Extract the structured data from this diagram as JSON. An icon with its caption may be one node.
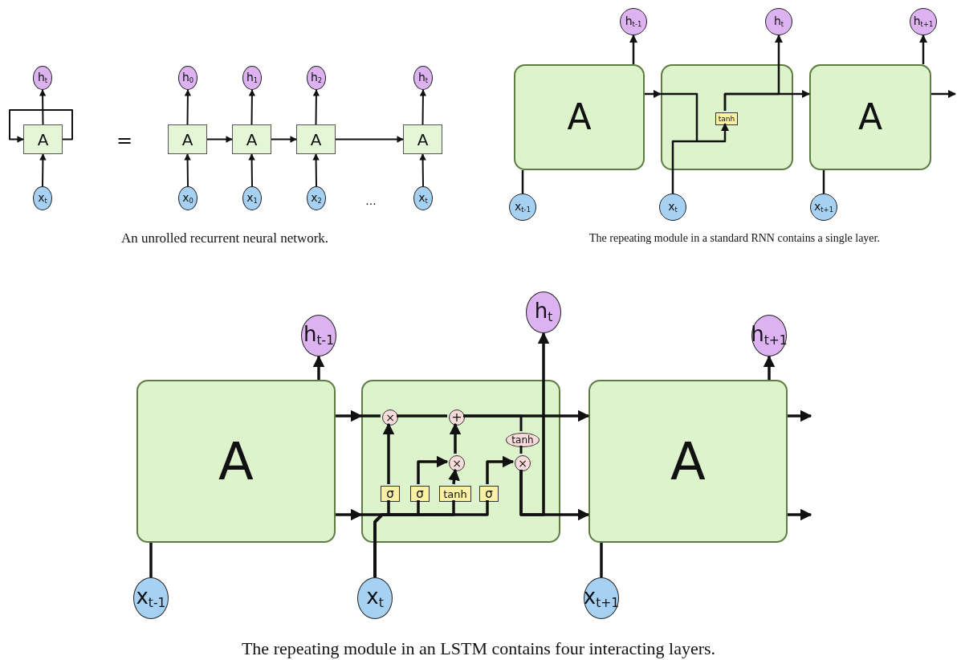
{
  "diagram": {
    "nodes": [
      {
        "text": [
          "h$_{t}$"
        ]
      },
      {
        "text": [
          "A"
        ]
      },
      {
        "text": [
          "x$_{t}$"
        ]
      },
      {
        "text": [
          "h$_{0}$"
        ]
      },
      {
        "text": [
          "A"
        ]
      },
      {
        "text": [
          "x$_{0}$"
        ]
      },
      {
        "text": [
          "h$_{1}$"
        ]
      },
      {
        "text": [
          "A"
        ]
      },
      {
        "text": [
          "x$_{1}$"
        ]
      },
      {
        "text": [
          "h$_{2}$"
        ]
      },
      {
        "text": [
          "A"
        ]
      },
      {
        "text": [
          "x$_{2}$"
        ]
      },
      {
        "text": [
          "h$_{t}$"
        ]
      },
      {
        "text": [
          "A"
        ]
      },
      {
        "text": [
          "x$_{t}$"
        ]
      },
      {
        "text": [
          "h$_{t-1}$"
        ]
      },
      {
        "text": [
          "A"
        ]
      },
      {
        "text": [
          "x$_{t-1}$"
        ]
      },
      {
        "text": [
          "h$_{t}$"
        ]
      },
      {
        "text": [],
        "shape": "box"
      },
      {
        "text": [
          "tanh"
        ],
        "in": 19
      },
      {
        "text": [
          "x$_{t}$"
        ]
      },
      {
        "text": [
          "h$_{t+1}$"
        ]
      },
      {
        "text": [
          "A"
        ]
      },
      {
        "text": [
          "x$_{t+1}$"
        ]
      },
      {
        "text": [
          "h$_{t-1}$"
        ]
      },
      {
        "text": [
          "A"
        ]
      },
      {
        "text": [
          "x$_{t-1}$"
        ]
      },
      {
        "text": [
          "h$_{t}$"
        ]
      },
      {
        "text": [],
        "shape": "box"
      },
      {
        "text": [
          "×"
        ],
        "in": 29
      },
      {
        "text": [
          "+"
        ],
        "in": 29
      },
      {
        "text": [
          "tanh"
        ],
        "in": 29
      },
      {
        "text": [
          "×"
        ],
        "in": 29
      },
      {
        "text": [
          "×"
        ],
        "in": 29
      },
      {
        "text": [
          "σ"
        ],
        "in": 29
      },
      {
        "text": [
          "σ"
        ],
        "in": 29
      },
      {
        "text": [
          "tanh"
        ],
        "in": 29
      },
      {
        "text": [
          "σ"
        ],
        "in": 29
      },
      {
        "text": [
          "x$_{t}$"
        ]
      },
      {
        "text": [
          "h$_{t+1}$"
        ]
      },
      {
        "text": [
          "A"
        ]
      },
      {
        "text": [
          "x$_{t+1}$"
        ]
      }
    ],
    "edges": [
      {
        "from": 2,
        "to": 1,
        "arrow": "to"
      },
      {
        "from": 1,
        "to": 0,
        "arrow": "to"
      },
      {
        "from": 1,
        "to": 1,
        "arrow": "to"
      },
      {
        "from": 5,
        "to": 4,
        "arrow": "to"
      },
      {
        "from": 4,
        "to": 3,
        "arrow": "to"
      },
      {
        "from": 8,
        "to": 7,
        "arrow": "to"
      },
      {
        "from": 7,
        "to": 6,
        "arrow": "to"
      },
      {
        "from": 11,
        "to": 10,
        "arrow": "to"
      },
      {
        "from": 10,
        "to": 9,
        "arrow": "to"
      },
      {
        "from": 14,
        "to": 13,
        "arrow": "to"
      },
      {
        "from": 13,
        "to": 12,
        "arrow": "to"
      },
      {
        "from": 4,
        "to": 7,
        "arrow": "to"
      },
      {
        "from": 7,
        "to": 10,
        "arrow": "to"
      },
      {
        "from": 10,
        "to": 13,
        "arrow": "to"
      },
      {
        "from": 17,
        "to": 16,
        "arrow": "none"
      },
      {
        "from": 16,
        "to": 15,
        "arrow": "to"
      },
      {
        "from": 16,
        "to": 19,
        "arrow": "to"
      },
      {
        "from": 21,
        "to": 20,
        "arrow": "to"
      },
      {
        "from": 20,
        "to": 18,
        "arrow": "to"
      },
      {
        "from": 20,
        "to": 23,
        "arrow": "to"
      },
      {
        "from": 24,
        "to": 23,
        "arrow": "none"
      },
      {
        "from": 23,
        "to": 22,
        "arrow": "to"
      },
      {
        "from": 23,
        "to": null,
        "arrow": "to"
      },
      {
        "from": 27,
        "to": 26,
        "arrow": "none"
      },
      {
        "from": 26,
        "to": 25,
        "arrow": "to"
      },
      {
        "from": 26,
        "to": 29,
        "arrow": "to"
      },
      {
        "from": 26,
        "to": 29,
        "arrow": "to"
      },
      {
        "from": 30,
        "to": 31,
        "arrow": "none"
      },
      {
        "from": 31,
        "to": 41,
        "arrow": "to"
      },
      {
        "from": 31,
        "to": 32,
        "arrow": "none"
      },
      {
        "from": 32,
        "to": 34,
        "arrow": "none"
      },
      {
        "from": 34,
        "to": 28,
        "arrow": "to"
      },
      {
        "from": 34,
        "to": 41,
        "arrow": "to"
      },
      {
        "from": 35,
        "to": 30,
        "arrow": "to"
      },
      {
        "from": 36,
        "to": 33,
        "arrow": "to"
      },
      {
        "from": 37,
        "to": 33,
        "arrow": "to"
      },
      {
        "from": 33,
        "to": 31,
        "arrow": "to"
      },
      {
        "from": 38,
        "to": 34,
        "arrow": "to"
      },
      {
        "from": 39,
        "to": 35,
        "arrow": "none"
      },
      {
        "from": 39,
        "to": 36,
        "arrow": "none"
      },
      {
        "from": 39,
        "to": 37,
        "arrow": "none"
      },
      {
        "from": 39,
        "to": 38,
        "arrow": "none"
      },
      {
        "from": 42,
        "to": 41,
        "arrow": "none"
      },
      {
        "from": 41,
        "to": 40,
        "arrow": "to"
      },
      {
        "from": 41,
        "to": null,
        "arrow": "to"
      },
      {
        "from": 41,
        "to": null,
        "arrow": "to"
      }
    ],
    "labels": [
      "=",
      "...",
      "An unrolled recurrent neural network.",
      "The repeating module in a standard RNN contains a single layer.",
      "The repeating module in an LSTM contains four interacting layers."
    ]
  }
}
